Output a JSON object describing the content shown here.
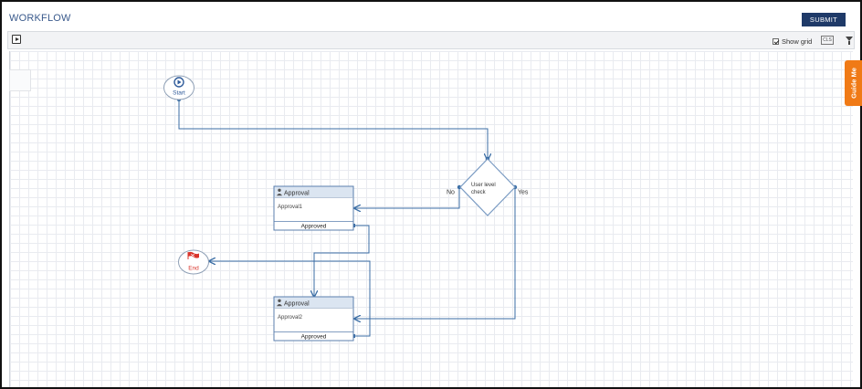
{
  "header": {
    "title": "WORKFLOW",
    "submit_label": "SUBMIT"
  },
  "toolbar": {
    "show_grid_label": "Show grid",
    "show_grid_checked": true,
    "cls_label": "CLS"
  },
  "guide": {
    "label": "Guide Me",
    "color": "#f07a16"
  },
  "colors": {
    "connector": "#3b6ea5",
    "node_header": "#dbe5f1",
    "end_flag": "#d9342b",
    "submit": "#1f3a68"
  },
  "nodes": {
    "start": {
      "label": "Start",
      "icon": "play-circle-icon"
    },
    "end": {
      "label": "End",
      "icon": "red-flag-icon"
    },
    "decision": {
      "line1": "User level",
      "line2": "check",
      "no_label": "No",
      "yes_label": "Yes"
    },
    "approval1": {
      "type_label": "Approval",
      "name": "Approval1",
      "outcome": "Approved",
      "icon": "user-icon"
    },
    "approval2": {
      "type_label": "Approval",
      "name": "Approval2",
      "outcome": "Approved",
      "icon": "user-icon"
    }
  }
}
